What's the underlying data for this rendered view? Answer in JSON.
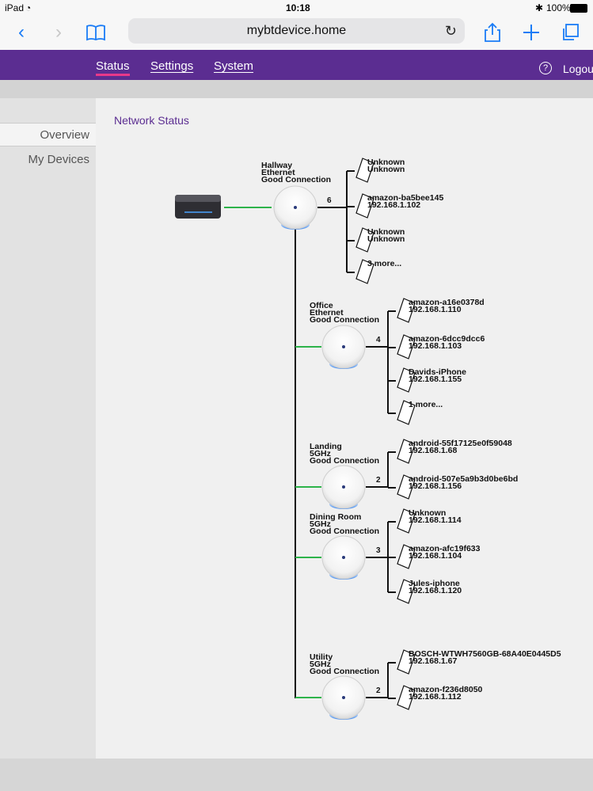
{
  "status_bar": {
    "device": "iPad",
    "time": "10:18",
    "battery": "100%"
  },
  "browser": {
    "url": "mybtdevice.home"
  },
  "nav": {
    "tabs": [
      {
        "label": "Status"
      },
      {
        "label": "Settings"
      },
      {
        "label": "System"
      }
    ],
    "logout": "Logout"
  },
  "sidebar": {
    "items": [
      {
        "label": "Overview"
      },
      {
        "label": "My Devices"
      }
    ]
  },
  "page": {
    "title": "Network Status"
  },
  "discs": [
    {
      "name": "Hallway",
      "link": "Ethernet",
      "status": "Good Connection",
      "count": "6",
      "devices": [
        {
          "name": "Unknown",
          "ip": "Unknown"
        },
        {
          "name": "amazon-ba5bee145",
          "ip": "192.168.1.102"
        },
        {
          "name": "Unknown",
          "ip": "Unknown"
        },
        {
          "name": "3 more...",
          "ip": ""
        }
      ]
    },
    {
      "name": "Office",
      "link": "Ethernet",
      "status": "Good Connection",
      "count": "4",
      "devices": [
        {
          "name": "amazon-a16e0378d",
          "ip": "192.168.1.110"
        },
        {
          "name": "amazon-6dcc9dcc6",
          "ip": "192.168.1.103"
        },
        {
          "name": "Davids-iPhone",
          "ip": "192.168.1.155"
        },
        {
          "name": "1 more...",
          "ip": ""
        }
      ]
    },
    {
      "name": "Landing",
      "link": "5GHz",
      "status": "Good Connection",
      "count": "2",
      "devices": [
        {
          "name": "android-55f17125e0f59048",
          "ip": "192.168.1.68"
        },
        {
          "name": "android-507e5a9b3d0be6bd",
          "ip": "192.168.1.156"
        }
      ]
    },
    {
      "name": "Dining Room",
      "link": "5GHz",
      "status": "Good Connection",
      "count": "3",
      "devices": [
        {
          "name": "Unknown",
          "ip": "192.168.1.114"
        },
        {
          "name": "amazon-afc19f633",
          "ip": "192.168.1.104"
        },
        {
          "name": "Jules-iphone",
          "ip": "192.168.1.120"
        }
      ]
    },
    {
      "name": "Utility",
      "link": "5GHz",
      "status": "Good Connection",
      "count": "2",
      "devices": [
        {
          "name": "BOSCH-WTWH7560GB-68A40E0445D5",
          "ip": "192.168.1.67"
        },
        {
          "name": "amazon-f236d8050",
          "ip": "192.168.1.112"
        }
      ]
    }
  ],
  "colors": {
    "brand": "#5b2d91",
    "accent": "#e8398a",
    "link_ok": "#2db34a"
  }
}
